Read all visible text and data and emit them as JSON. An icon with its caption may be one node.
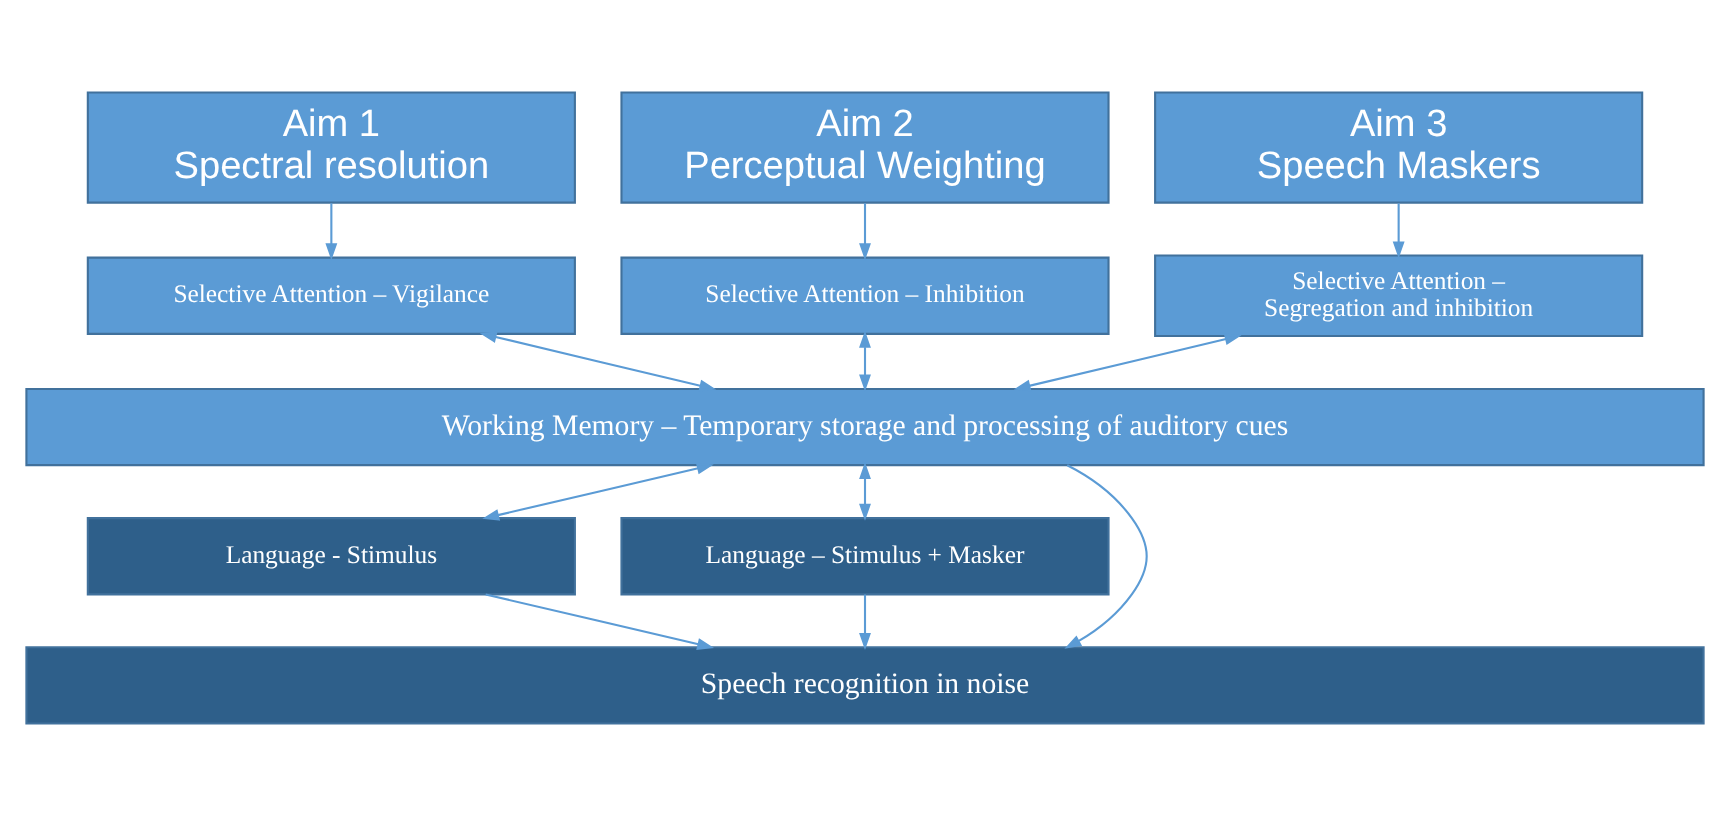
{
  "diagram": {
    "nodes": [
      {
        "text": [
          "Aim 1",
          "Spectral resolution"
        ]
      },
      {
        "text": [
          "Aim 2",
          "Perceptual Weighting"
        ]
      },
      {
        "text": [
          "Aim 3",
          "Speech Maskers"
        ]
      },
      {
        "text": [
          "Selective Attention – Vigilance"
        ]
      },
      {
        "text": [
          "Selective Attention – Inhibition"
        ]
      },
      {
        "text": [
          "Selective Attention – Segregation and inhibition"
        ]
      },
      {
        "text": [
          "Working Memory – Temporary storage and processing of auditory cues"
        ]
      },
      {
        "text": [
          "Language - Stimulus"
        ]
      },
      {
        "text": [
          "Language – Stimulus + Masker"
        ]
      },
      {
        "text": [
          "Speech recognition in noise"
        ]
      }
    ],
    "edges": [
      {
        "from": 0,
        "to": 3,
        "arrow": "to"
      },
      {
        "from": 1,
        "to": 4,
        "arrow": "to"
      },
      {
        "from": 2,
        "to": 5,
        "arrow": "to"
      },
      {
        "from": 3,
        "to": 6,
        "arrow": "both"
      },
      {
        "from": 4,
        "to": 6,
        "arrow": "both"
      },
      {
        "from": 5,
        "to": 6,
        "arrow": "both"
      },
      {
        "from": 6,
        "to": 9,
        "arrow": "to"
      },
      {
        "from": 6,
        "to": 7,
        "arrow": "both"
      },
      {
        "from": 6,
        "to": 8,
        "arrow": "both"
      },
      {
        "from": 7,
        "to": 9,
        "arrow": "to"
      },
      {
        "from": 8,
        "to": 9,
        "arrow": "to"
      }
    ]
  }
}
